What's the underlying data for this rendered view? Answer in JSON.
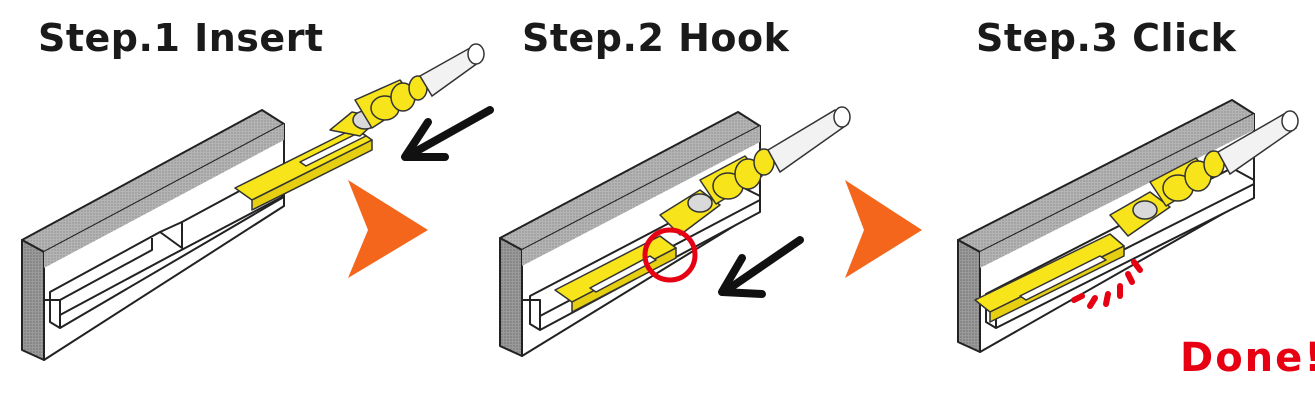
{
  "steps": [
    {
      "label": "Step.1  Insert"
    },
    {
      "label": "Step.2  Hook"
    },
    {
      "label": "Step.3  Click"
    }
  ],
  "done_label": "Done!",
  "colors": {
    "housing": "#a9a9a9",
    "terminal": "#f7e41a",
    "next_arrow": "#f4661b",
    "direction_arrow": "#111111",
    "highlight": "#e60012",
    "done": "#e60012"
  },
  "icons": [
    "housing-block",
    "crimp-terminal",
    "wire",
    "next-arrow-icon",
    "insert-direction-arrow-icon",
    "hook-highlight-circle",
    "click-burst-icon"
  ]
}
